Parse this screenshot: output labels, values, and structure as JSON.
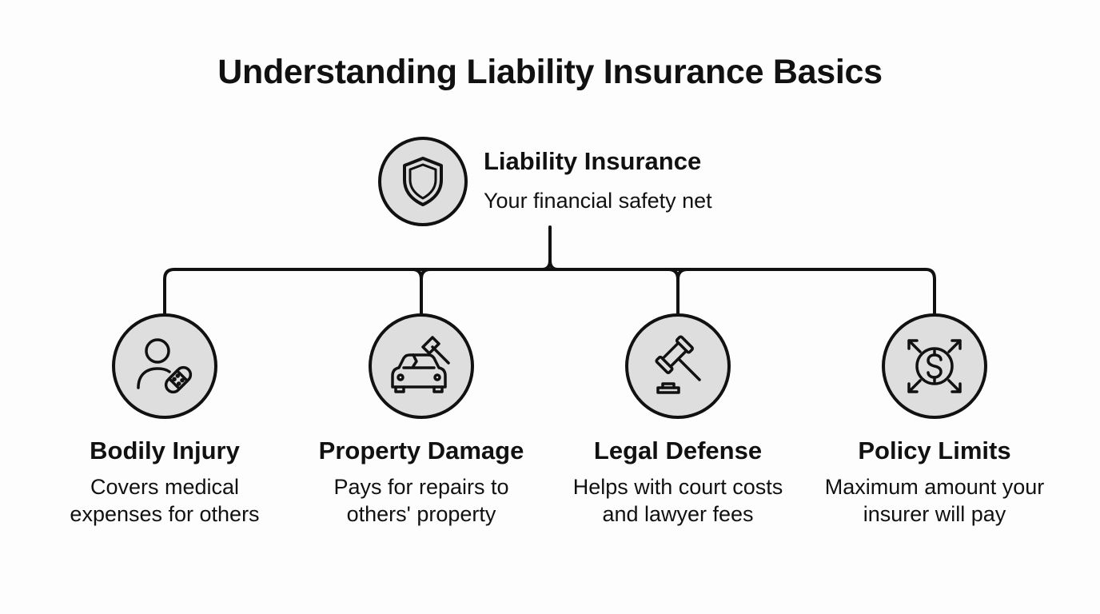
{
  "title": "Understanding Liability Insurance Basics",
  "root": {
    "title": "Liability Insurance",
    "subtitle": "Your financial safety net",
    "icon": "shield-icon"
  },
  "children": [
    {
      "title": "Bodily Injury",
      "description": "Covers medical expenses for others",
      "icon": "person-bandage-icon"
    },
    {
      "title": "Property Damage",
      "description": "Pays for repairs to others' property",
      "icon": "car-hammer-icon"
    },
    {
      "title": "Legal Defense",
      "description": "Helps with court costs and lawyer fees",
      "icon": "gavel-icon"
    },
    {
      "title": "Policy Limits",
      "description": "Maximum amount your insurer will pay",
      "icon": "dollar-arrows-icon"
    }
  ],
  "colors": {
    "stroke": "#111111",
    "circle_fill": "#dedede",
    "background": "#fdfdfd"
  }
}
